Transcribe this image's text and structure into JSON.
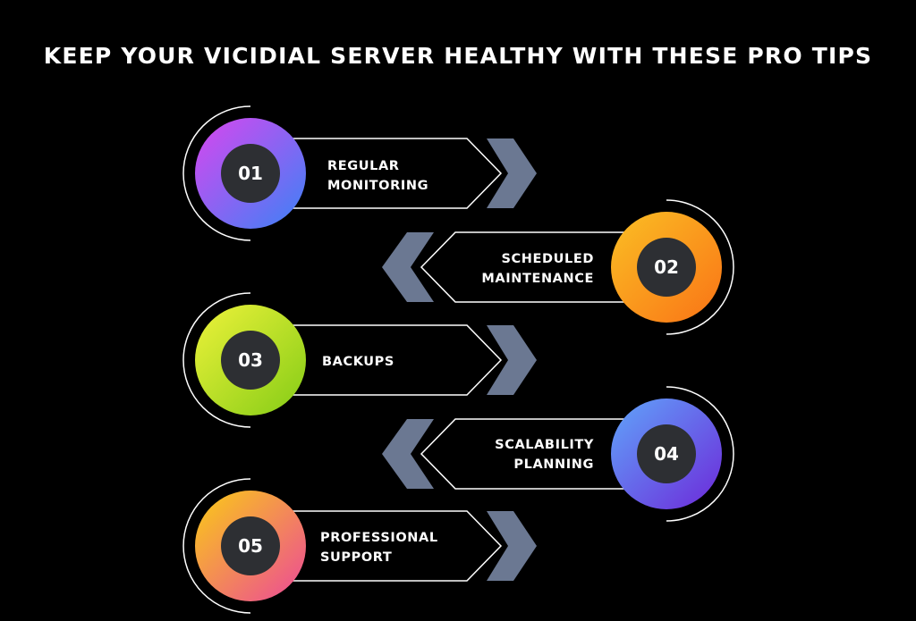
{
  "title": "KEEP YOUR VICIDIAL SERVER HEALTHY WITH THESE PRO TIPS",
  "tips": [
    {
      "number": "01",
      "line1": "REGULAR",
      "line2": "MONITORING",
      "gradient": [
        "#d946ef",
        "#3b82f6"
      ]
    },
    {
      "number": "02",
      "line1": "SCHEDULED",
      "line2": "MAINTENANCE",
      "gradient": [
        "#fbbf24",
        "#f97316"
      ]
    },
    {
      "number": "03",
      "line1": "BACKUPS",
      "line2": "",
      "gradient": [
        "#eef23a",
        "#84cc16"
      ]
    },
    {
      "number": "04",
      "line1": "SCALABILITY",
      "line2": "PLANNING",
      "gradient": [
        "#60a5fa",
        "#6d28d9"
      ]
    },
    {
      "number": "05",
      "line1": "PROFESSIONAL",
      "line2": "SUPPORT",
      "gradient": [
        "#facc15",
        "#ec4899"
      ]
    }
  ],
  "colors": {
    "background": "#000000",
    "chevron": "#6b7892",
    "outline": "#ffffff",
    "badge": "#2d2f33"
  }
}
